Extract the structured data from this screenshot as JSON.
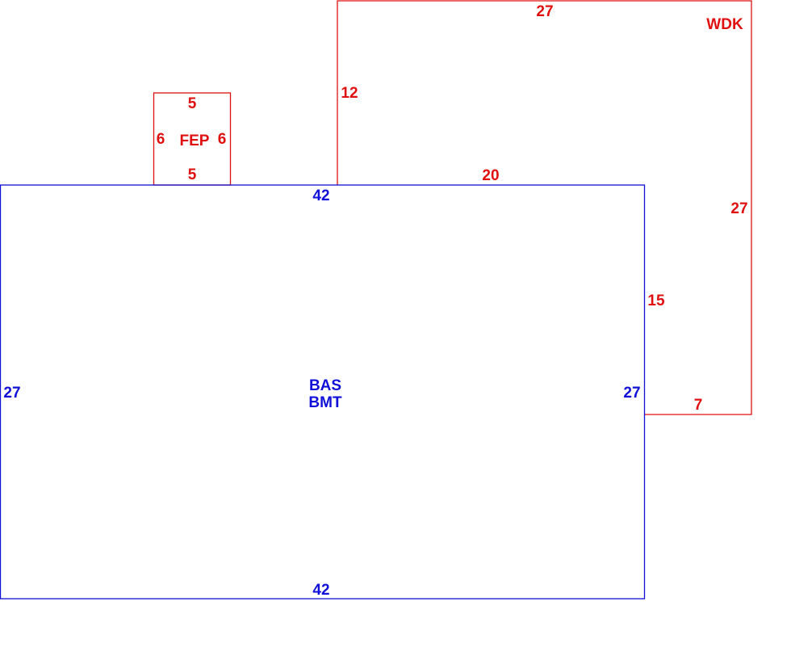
{
  "colors": {
    "deck_and_porch": "#e01010",
    "main_structure": "#1010d8",
    "background": "#ffffff"
  },
  "areas": {
    "wdk": {
      "code": "WDK",
      "top": "27",
      "left_upper": "12",
      "right": "27",
      "bottom_inner": "20",
      "right_inner": "15",
      "bottom": "7"
    },
    "fep": {
      "code": "FEP",
      "top": "5",
      "left": "6",
      "right": "6",
      "bottom": "5"
    },
    "bas": {
      "code_primary": "BAS",
      "code_secondary": "BMT",
      "top": "42",
      "left": "27",
      "right": "27",
      "bottom": "42"
    }
  }
}
